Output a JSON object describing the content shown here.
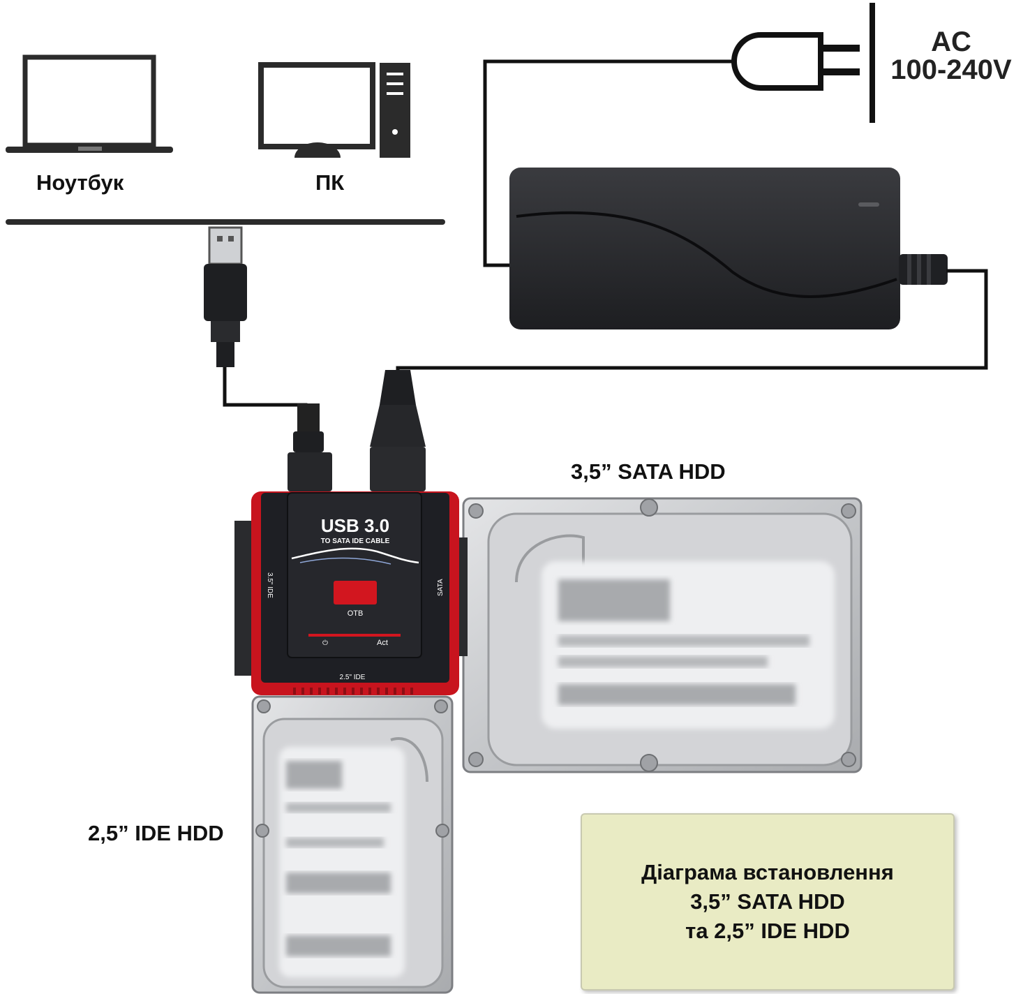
{
  "devices": {
    "laptop_label": "Ноутбук",
    "pc_label": "ПК"
  },
  "power": {
    "ac_line1": "AC",
    "ac_line2": "100-240V"
  },
  "adapter": {
    "title": "USB 3.0",
    "subtitle": "TO SATA IDE CABLE",
    "port_left": "3.5\" IDE",
    "port_right": "SATA",
    "port_bottom": "2.5\" IDE",
    "button_label": "OTB",
    "power_symbol": "⏻",
    "act_label": "Act"
  },
  "drives": {
    "sata_label": "3,5” SATA HDD",
    "ide_label": "2,5” IDE HDD"
  },
  "caption": {
    "line1": "Діаграма встановлення",
    "line2": "3,5” SATA HDD",
    "line3": "та 2,5” IDE HDD"
  },
  "colors": {
    "adapter_red": "#c8141e",
    "adapter_body": "#1e1f24",
    "caption_bg": "#e9ebc4",
    "hdd_silver": "#c9cbce"
  }
}
